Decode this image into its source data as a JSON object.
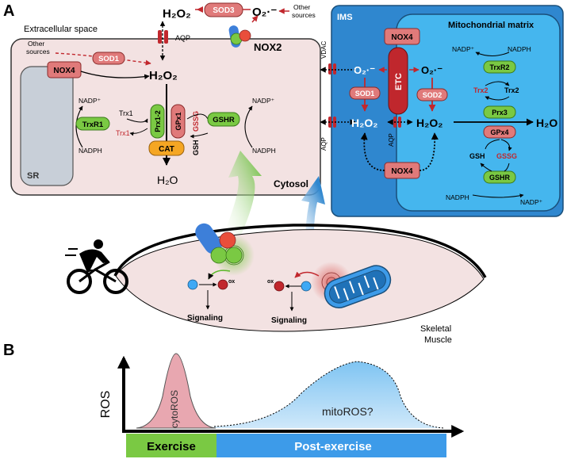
{
  "panels": {
    "a_label": "A",
    "b_label": "B"
  },
  "top": {
    "h2o2": "H₂O₂",
    "sod3": "SOD3",
    "superoxide": "O₂·⁻",
    "other_sources": [
      "Other",
      "sources"
    ],
    "nox2": "NOX2",
    "extracellular_space": "Extracellular space",
    "aqp": "AQP"
  },
  "cytosol": {
    "other_sources": [
      "Other",
      "sources"
    ],
    "sod1": "SOD1",
    "nox4": "NOX4",
    "h2o2": "H₂O₂",
    "sr": "SR",
    "nadp_plus": "NADP⁺",
    "nadph": "NADPH",
    "trxr1": "TrxR1",
    "trx1_red": "Trx1",
    "trx1_ox": "Trx1",
    "prx12": "Prx1-2",
    "gpx1": "GPx1",
    "gssg": "GSSG",
    "gsh": "GSH",
    "gshr": "GSHR",
    "nadp_plus_right": "NADP⁺",
    "nadph_right": "NADPH",
    "cat": "CAT",
    "h2o": "H₂O",
    "cytosol_label": "Cytosol"
  },
  "mito": {
    "ims": "IMS",
    "matrix": "Mitochondrial matrix",
    "vdac": "VDAC",
    "aqp_left": "AQP",
    "aqp_inner": "AQP",
    "nox4": "NOX4",
    "nox4_bottom": "NOX4",
    "etc": "ETC",
    "o2_ims": "O₂·⁻",
    "o2_matrix": "O₂·⁻",
    "sod1": "SOD1",
    "sod2": "SOD2",
    "h2o2_ims": "H₂O₂",
    "h2o2_matrix": "H₂O₂",
    "h2o": "H₂O",
    "nadp_plus_top": "NADP⁺",
    "nadph_top": "NADPH",
    "trxr2": "TrxR2",
    "trx2_ox": "Trx2",
    "trx2_red": "Trx2",
    "prx3": "Prx3",
    "gpx4": "GPx4",
    "gsh": "GSH",
    "gssg": "GSSG",
    "gshr": "GSHR",
    "nadph_bottom": "NADPH",
    "nadp_plus_bottom": "NADP⁺"
  },
  "muscle": {
    "ox_right": "ox",
    "ox_left": "ox",
    "signaling_left": "Signaling",
    "signaling_right": "Signaling",
    "skeletal_muscle": [
      "Skeletal",
      "Muscle"
    ]
  },
  "panel_b": {
    "y_label": "ROS",
    "cyto_ros": "cytoROS",
    "mito_ros": "mitoROS?",
    "exercise": "Exercise",
    "post_exercise": "Post-exercise",
    "colors": {
      "exercise": "#7ac943",
      "post_exercise": "#3d9be9"
    }
  },
  "colors": {
    "cytosol_fill": "#f3e2e2",
    "ims_fill": "#2f87cf",
    "matrix_fill": "#45b6ee",
    "enzyme_red": "#e07a7a",
    "enzyme_green": "#7ac943",
    "cat_orange": "#f5a623",
    "etc_red": "#c0272d",
    "accent_red": "#c1272d"
  }
}
